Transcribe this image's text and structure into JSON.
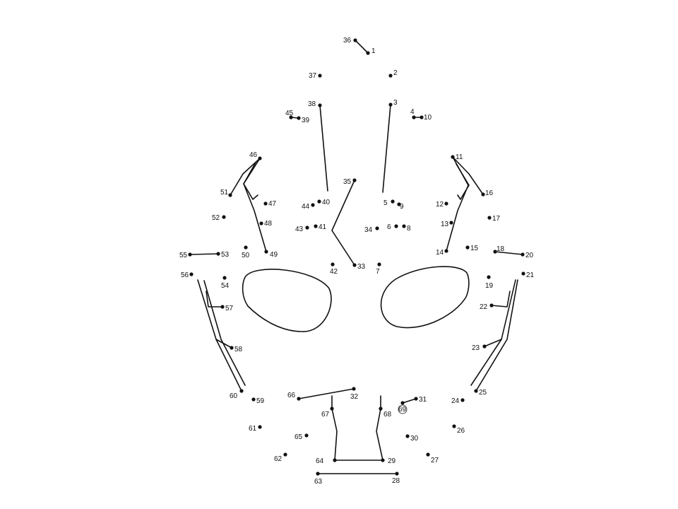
{
  "puzzle": {
    "points": [
      {
        "n": "1",
        "label": "1"
      },
      {
        "n": "2",
        "label": "2"
      },
      {
        "n": "3",
        "label": "3"
      },
      {
        "n": "4",
        "label": "4"
      },
      {
        "n": "5",
        "label": "5"
      },
      {
        "n": "6",
        "label": "6"
      },
      {
        "n": "7",
        "label": "7"
      },
      {
        "n": "8",
        "label": "8"
      },
      {
        "n": "9",
        "label": "9"
      },
      {
        "n": "10",
        "label": "10"
      },
      {
        "n": "11",
        "label": "11"
      },
      {
        "n": "12",
        "label": "12"
      },
      {
        "n": "13",
        "label": "13"
      },
      {
        "n": "14",
        "label": "14"
      },
      {
        "n": "15",
        "label": "15"
      },
      {
        "n": "16",
        "label": "16"
      },
      {
        "n": "17",
        "label": "17"
      },
      {
        "n": "18",
        "label": "18"
      },
      {
        "n": "19",
        "label": "19"
      },
      {
        "n": "20",
        "label": "20"
      },
      {
        "n": "21",
        "label": "21"
      },
      {
        "n": "22",
        "label": "22"
      },
      {
        "n": "23",
        "label": "23"
      },
      {
        "n": "24",
        "label": "24"
      },
      {
        "n": "25",
        "label": "25"
      },
      {
        "n": "26",
        "label": "26"
      },
      {
        "n": "27",
        "label": "27"
      },
      {
        "n": "28",
        "label": "28"
      },
      {
        "n": "29",
        "label": "29"
      },
      {
        "n": "30",
        "label": "30"
      },
      {
        "n": "31",
        "label": "31"
      },
      {
        "n": "32",
        "label": "32"
      },
      {
        "n": "33",
        "label": "33"
      },
      {
        "n": "34",
        "label": "34"
      },
      {
        "n": "35",
        "label": "35"
      },
      {
        "n": "36",
        "label": "36"
      },
      {
        "n": "37",
        "label": "37"
      },
      {
        "n": "38",
        "label": "38"
      },
      {
        "n": "39",
        "label": "39"
      },
      {
        "n": "40",
        "label": "40"
      },
      {
        "n": "41",
        "label": "41"
      },
      {
        "n": "42",
        "label": "42"
      },
      {
        "n": "43",
        "label": "43"
      },
      {
        "n": "44",
        "label": "44"
      },
      {
        "n": "45",
        "label": "45"
      },
      {
        "n": "46",
        "label": "46"
      },
      {
        "n": "47",
        "label": "47"
      },
      {
        "n": "48",
        "label": "48"
      },
      {
        "n": "49",
        "label": "49"
      },
      {
        "n": "50",
        "label": "50"
      },
      {
        "n": "51",
        "label": "51"
      },
      {
        "n": "52",
        "label": "52"
      },
      {
        "n": "53",
        "label": "53"
      },
      {
        "n": "54",
        "label": "54"
      },
      {
        "n": "55",
        "label": "55"
      },
      {
        "n": "56",
        "label": "56"
      },
      {
        "n": "57",
        "label": "57"
      },
      {
        "n": "58",
        "label": "58"
      },
      {
        "n": "59",
        "label": "59"
      },
      {
        "n": "60",
        "label": "60"
      },
      {
        "n": "61",
        "label": "61"
      },
      {
        "n": "62",
        "label": "62"
      },
      {
        "n": "63",
        "label": "63"
      },
      {
        "n": "64",
        "label": "64"
      },
      {
        "n": "65",
        "label": "65"
      },
      {
        "n": "66",
        "label": "66"
      },
      {
        "n": "67",
        "label": "67"
      },
      {
        "n": "68",
        "label": "68"
      },
      {
        "n": "69",
        "label": "69"
      }
    ],
    "circled_label": "69",
    "colors": {
      "ink": "#111111",
      "paper": "#ffffff"
    }
  }
}
